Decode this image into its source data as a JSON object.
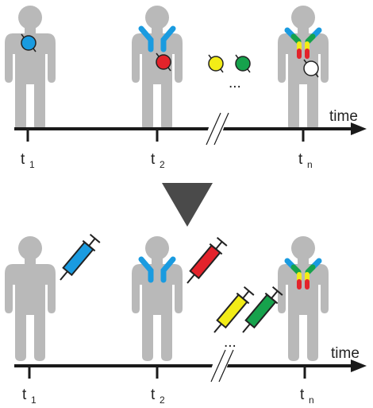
{
  "axis_label": "time",
  "ellipsis": "...",
  "timepoints": [
    {
      "main": "t",
      "sub": "1"
    },
    {
      "main": "t",
      "sub": "2"
    },
    {
      "main": "t",
      "sub": "n"
    }
  ],
  "colors": {
    "figure": "#b9b9b9",
    "blue": "#1a9be0",
    "red": "#e3232b",
    "yellow": "#f2ec17",
    "green": "#16a24c",
    "white": "#ffffff",
    "axis": "#1a1a1a",
    "arrow": "#4a4a4a"
  }
}
